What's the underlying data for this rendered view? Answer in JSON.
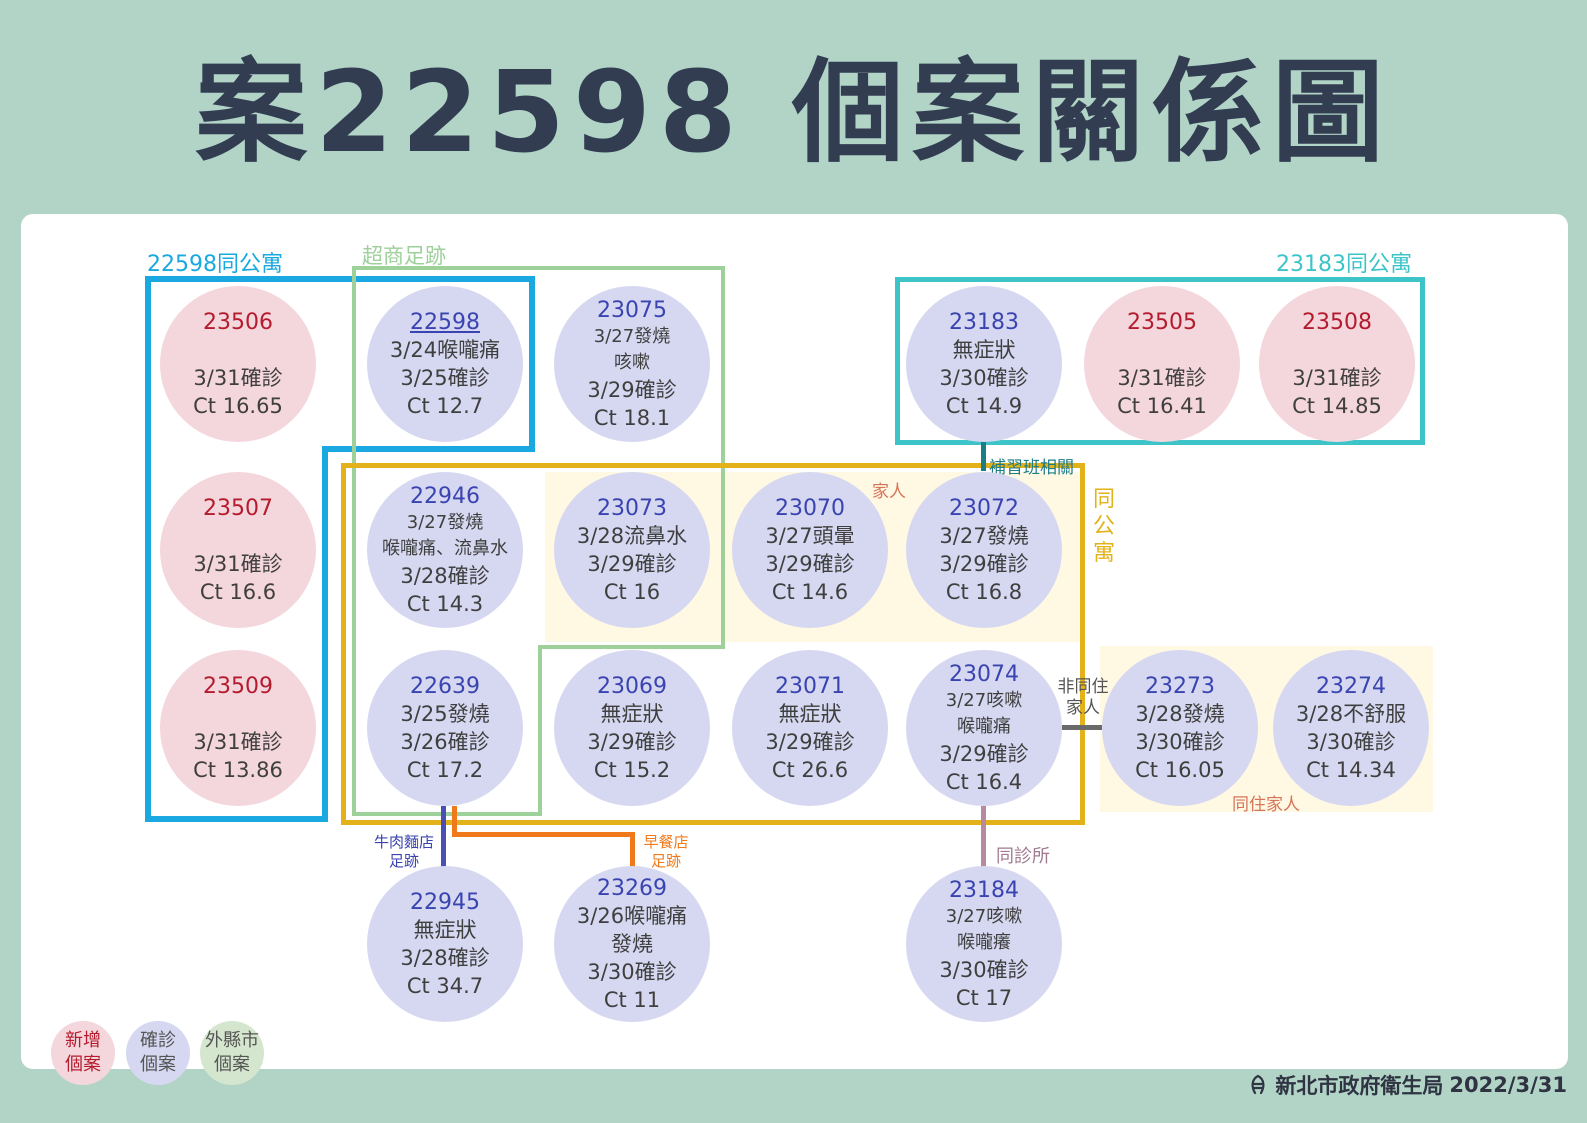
{
  "title": "案22598 個案關係圖",
  "groups": {
    "apt22598": "22598同公寓",
    "store": "超商足跡",
    "apt23183": "23183同公寓",
    "same_apt": [
      "同",
      "公",
      "寓"
    ]
  },
  "links": {
    "tutoring": "補習班相關",
    "family": "家人",
    "non_cohabiting": [
      "非同住",
      "家人"
    ],
    "cohabiting": "同住家人",
    "beef_noodle": [
      "牛肉麵店",
      "足跡"
    ],
    "breakfast": [
      "早餐店",
      "足跡"
    ],
    "clinic": "同診所"
  },
  "cases": {
    "c23506": {
      "id": "23506",
      "lines": [
        "3/31確診",
        "Ct 16.65"
      ]
    },
    "c22598": {
      "id": "22598",
      "lines": [
        "3/24喉嚨痛",
        "3/25確診",
        "Ct 12.7"
      ]
    },
    "c23075": {
      "id": "23075",
      "lines": [
        "3/27發燒",
        "咳嗽",
        "3/29確診",
        "Ct 18.1"
      ]
    },
    "c23183": {
      "id": "23183",
      "lines": [
        "無症狀",
        "3/30確診",
        "Ct 14.9"
      ]
    },
    "c23505": {
      "id": "23505",
      "lines": [
        "3/31確診",
        "Ct 16.41"
      ]
    },
    "c23508": {
      "id": "23508",
      "lines": [
        "3/31確診",
        "Ct 14.85"
      ]
    },
    "c23507": {
      "id": "23507",
      "lines": [
        "3/31確診",
        "Ct 16.6"
      ]
    },
    "c22946": {
      "id": "22946",
      "lines": [
        "3/27發燒",
        "喉嚨痛、流鼻水",
        "3/28確診",
        "Ct 14.3"
      ]
    },
    "c23073": {
      "id": "23073",
      "lines": [
        "3/28流鼻水",
        "3/29確診",
        "Ct 16"
      ]
    },
    "c23070": {
      "id": "23070",
      "lines": [
        "3/27頭暈",
        "3/29確診",
        "Ct 14.6"
      ]
    },
    "c23072": {
      "id": "23072",
      "lines": [
        "3/27發燒",
        "3/29確診",
        "Ct 16.8"
      ]
    },
    "c23509": {
      "id": "23509",
      "lines": [
        "3/31確診",
        "Ct 13.86"
      ]
    },
    "c22639": {
      "id": "22639",
      "lines": [
        "3/25發燒",
        "3/26確診",
        "Ct 17.2"
      ]
    },
    "c23069": {
      "id": "23069",
      "lines": [
        "無症狀",
        "3/29確診",
        "Ct 15.2"
      ]
    },
    "c23071": {
      "id": "23071",
      "lines": [
        "無症狀",
        "3/29確診",
        "Ct 26.6"
      ]
    },
    "c23074": {
      "id": "23074",
      "lines": [
        "3/27咳嗽",
        "喉嚨痛",
        "3/29確診",
        "Ct 16.4"
      ]
    },
    "c23273": {
      "id": "23273",
      "lines": [
        "3/28發燒",
        "3/30確診",
        "Ct 16.05"
      ]
    },
    "c23274": {
      "id": "23274",
      "lines": [
        "3/28不舒服",
        "3/30確診",
        "Ct 14.34"
      ]
    },
    "c22945": {
      "id": "22945",
      "lines": [
        "無症狀",
        "3/28確診",
        "Ct 34.7"
      ]
    },
    "c23269": {
      "id": "23269",
      "lines": [
        "3/26喉嚨痛",
        "發燒",
        "3/30確診",
        "Ct 11"
      ]
    },
    "c23184": {
      "id": "23184",
      "lines": [
        "3/27咳嗽",
        "喉嚨癢",
        "3/30確診",
        "Ct 17"
      ]
    }
  },
  "legend": {
    "new": [
      "新增",
      "個案"
    ],
    "confirmed": [
      "確診",
      "個案"
    ],
    "other_county": [
      "外縣市",
      "個案"
    ]
  },
  "footer": {
    "org": "新北市政府衛生局",
    "date": "2022/3/31"
  },
  "colors": {
    "background": "#b1d4c7",
    "title": "#333d52",
    "apt22598": "#1aa8e0",
    "store": "#9ed09a",
    "apt23183": "#3cc4c8",
    "same_apt": "#e3b21a",
    "new_case_circle": "#f4d6dd",
    "confirmed_circle": "#d6d8f1",
    "other_county_circle": "#d5e6cf",
    "new_case_id": "#b41c2e",
    "confirmed_id": "#3a44b0"
  }
}
